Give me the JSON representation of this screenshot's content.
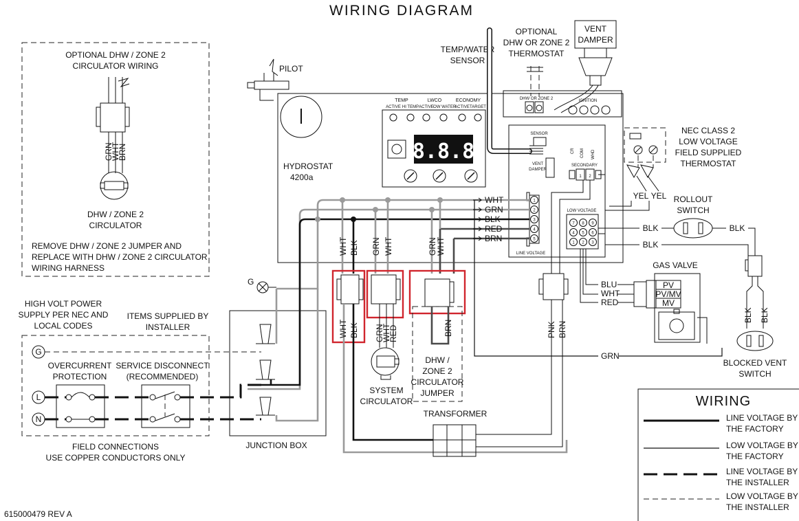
{
  "title": "WIRING DIAGRAM",
  "optional_box": {
    "title_1": "OPTIONAL DHW / ZONE 2",
    "title_2": "CIRCULATOR WIRING",
    "wires": [
      "GRN",
      "WHT",
      "BRN"
    ],
    "label_1": "DHW / ZONE 2",
    "label_2": "CIRCULATOR",
    "note_1": "REMOVE DHW / ZONE 2 JUMPER AND",
    "note_2": "REPLACE WITH DHW / ZONE 2 CIRCULATOR",
    "note_3": "WIRING HARNESS"
  },
  "pilot": "PILOT",
  "temp_sensor_1": "TEMP/WATER",
  "temp_sensor_2": "SENSOR",
  "optional_thermostat_1": "OPTIONAL",
  "optional_thermostat_2": "DHW OR ZONE 2",
  "optional_thermostat_3": "THERMOSTAT",
  "vent_damper_1": "VENT",
  "vent_damper_2": "DAMPER",
  "hydrostat_1": "HYDROSTAT",
  "hydrostat_2": "4200a",
  "panel": {
    "temp": "TEMP",
    "lwco": "LWCO",
    "economy": "ECONOMY",
    "sub_labels": [
      "ACTIVE",
      "HI TEMP",
      "ACTIVE",
      "LOW WATER",
      "ACTIVE",
      "TARGET"
    ],
    "display": "8.8.8"
  },
  "control": {
    "dhw_zone2": "DHW OR ZONE 2",
    "ignition": "IGNITION",
    "sensor": "SENSOR",
    "vent_damper_1": "VENT",
    "vent_damper_2": "DAMPER",
    "secondary": "SECONDARY",
    "low_voltage": "LOW VOLTAGE",
    "line_voltage": "LINE VOLTAGE",
    "vert_labels": [
      "CR",
      "COM",
      "WHD"
    ],
    "sec_terminals": [
      "1",
      "2"
    ],
    "line_terminals": [
      "1",
      "2",
      "3",
      "4",
      "5"
    ],
    "lv_terminals": [
      "7",
      "8",
      "9",
      "4",
      "5",
      "6",
      "1",
      "2",
      "3"
    ]
  },
  "line_wires": [
    "WHT",
    "GRN",
    "BLK",
    "RED",
    "BRN"
  ],
  "nec_1": "NEC CLASS 2",
  "nec_2": "LOW VOLTAGE",
  "nec_3": "FIELD SUPPLIED",
  "nec_4": "THERMOSTAT",
  "yel_1": "YEL",
  "yel_2": "YEL",
  "rollout_1": "ROLLOUT",
  "rollout_2": "SWITCH",
  "blk_a": "BLK",
  "blk_b": "BLK",
  "blk_c": "BLK",
  "gas_valve": "GAS VALVE",
  "gas_terms": [
    "PV",
    "PV/MV",
    "MV"
  ],
  "gas_wires": [
    "BLU",
    "WHT",
    "RED"
  ],
  "blocked_1": "BLOCKED VENT",
  "blocked_2": "SWITCH",
  "blocked_wires": [
    "BLK",
    "BLK"
  ],
  "conn_a": [
    "WHT",
    "BLK"
  ],
  "conn_b": [
    "GRN",
    "WHT"
  ],
  "conn_c": [
    "GRN",
    "WHT"
  ],
  "conn_a_bottom": [
    "WHT",
    "BLK"
  ],
  "conn_b_bottom": [
    "GRN",
    "WHT",
    "RED"
  ],
  "conn_c_bottom": "BRN",
  "system_circ_1": "SYSTEM",
  "system_circ_2": "CIRCULATOR",
  "jumper": [
    "DHW /",
    "ZONE 2",
    "CIRCULATOR",
    "JUMPER"
  ],
  "pnk": "PNK",
  "brn": "BRN",
  "grn_bottom": "GRN",
  "ground_g": "G",
  "high_volt_1": "HIGH VOLT POWER",
  "high_volt_2": "SUPPLY PER NEC AND",
  "high_volt_3": "LOCAL CODES",
  "items_1": "ITEMS SUPPLIED BY",
  "items_2": "INSTALLER",
  "overcurrent_1": "OVERCURRENT",
  "overcurrent_2": "PROTECTION",
  "service_1": "SERVICE DISCONNECT",
  "service_2": "(RECOMMENDED)",
  "terminals": [
    "G",
    "L",
    "N"
  ],
  "field_1": "FIELD CONNECTIONS",
  "field_2": "USE COPPER CONDUCTORS ONLY",
  "junction_box": "JUNCTION BOX",
  "transformer": "TRANSFORMER",
  "part_number": "615000479 REV A",
  "legend": {
    "title": "WIRING",
    "items": [
      {
        "l1": "LINE VOLTAGE BY",
        "l2": "THE FACTORY"
      },
      {
        "l1": "LOW VOLTAGE BY",
        "l2": "THE FACTORY"
      },
      {
        "l1": "LINE VOLTAGE BY",
        "l2": "THE INSTALLER"
      },
      {
        "l1": "LOW VOLTAGE BY",
        "l2": "THE INSTALLER"
      }
    ]
  },
  "highlight_color": "#d0252d"
}
